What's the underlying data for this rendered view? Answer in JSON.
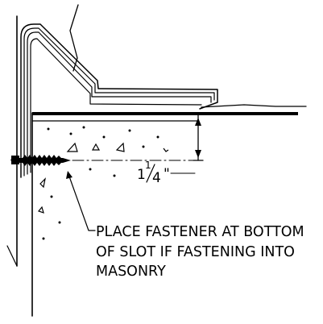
{
  "colors": {
    "ink": "#000000",
    "paper": "#ffffff"
  },
  "dimension": {
    "whole": "1",
    "fraction_numerator": "1",
    "fraction_denominator": "4",
    "unit": "\""
  },
  "callout": {
    "lines": [
      "PLACE FASTENER AT BOTTOM",
      "OF SLOT IF FASTENING INTO",
      "MASONRY"
    ]
  }
}
